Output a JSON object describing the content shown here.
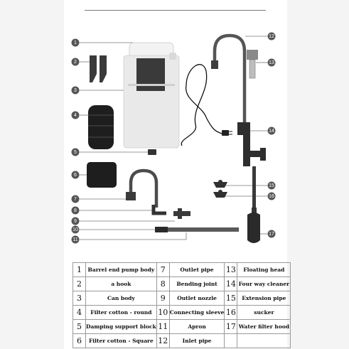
{
  "callout_numbers": [
    "1",
    "2",
    "3",
    "4",
    "5",
    "6",
    "7",
    "8",
    "9",
    "10",
    "11",
    "12",
    "13",
    "14",
    "15",
    "16",
    "17"
  ],
  "legend_rows": [
    [
      {
        "num": "1",
        "label": "Barrel end pump body"
      },
      {
        "num": "7",
        "label": "Outlet pipe"
      },
      {
        "num": "13",
        "label": "Floating head"
      }
    ],
    [
      {
        "num": "2",
        "label": "a hook"
      },
      {
        "num": "8",
        "label": "Bending joint"
      },
      {
        "num": "14",
        "label": "Four way cleaner"
      }
    ],
    [
      {
        "num": "3",
        "label": "Can body"
      },
      {
        "num": "9",
        "label": "Outlet nozzle"
      },
      {
        "num": "15",
        "label": "Extension pipe"
      }
    ],
    [
      {
        "num": "4",
        "label": "Filter cotton - round"
      },
      {
        "num": "10",
        "label": "Connecting sleeve"
      },
      {
        "num": "16",
        "label": "sucker"
      }
    ],
    [
      {
        "num": "5",
        "label": "Damping support block"
      },
      {
        "num": "11",
        "label": "Apron"
      },
      {
        "num": "17",
        "label": "Water filter hood"
      }
    ],
    [
      {
        "num": "6",
        "label": "Filter cotton - Square"
      },
      {
        "num": "12",
        "label": "Inlet pipe"
      },
      {
        "num": "",
        "label": ""
      }
    ]
  ],
  "colors": {
    "badge": "#555555",
    "leader": "#777777",
    "part_dark": "#2e2e2e",
    "canister": "#e9e9ea"
  }
}
